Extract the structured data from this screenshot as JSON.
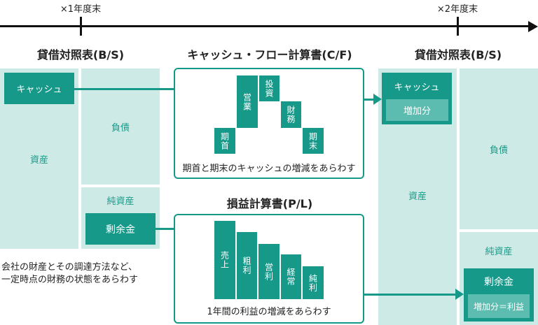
{
  "timeline": {
    "start_label": "×1年度末",
    "end_label": "×2年度末"
  },
  "colors": {
    "teal": "#17998a",
    "light": "#cdeae6",
    "inner": "#5dbcb0"
  },
  "bs_start": {
    "title": "貸借対照表(B/S)",
    "assets": "資産",
    "cash": "キャッシュ",
    "liabilities": "負債",
    "net_assets": "純資産",
    "surplus": "剰余金",
    "caption": [
      "会社の財産とその調達方法など、",
      "一定時点の財務の状態をあらわす"
    ]
  },
  "cf": {
    "title": "キャッシュ・フロー計算書(C/F)",
    "bars": [
      "期首",
      "営業",
      "投資",
      "財務",
      "期末"
    ],
    "caption": "期首と期末のキャッシュの増減をあらわす"
  },
  "pl": {
    "title": "損益計算書(P/L)",
    "bars": [
      "売上",
      "粗利",
      "営利",
      "経常",
      "純利"
    ],
    "caption": "1年間の利益の増減をあらわす"
  },
  "bs_end": {
    "title": "貸借対照表(B/S)",
    "assets": "資産",
    "cash": "キャッシュ",
    "cash_increase": "増加分",
    "liabilities": "負債",
    "net_assets": "純資産",
    "surplus": "剰余金",
    "surplus_increase": "増加分＝利益"
  }
}
